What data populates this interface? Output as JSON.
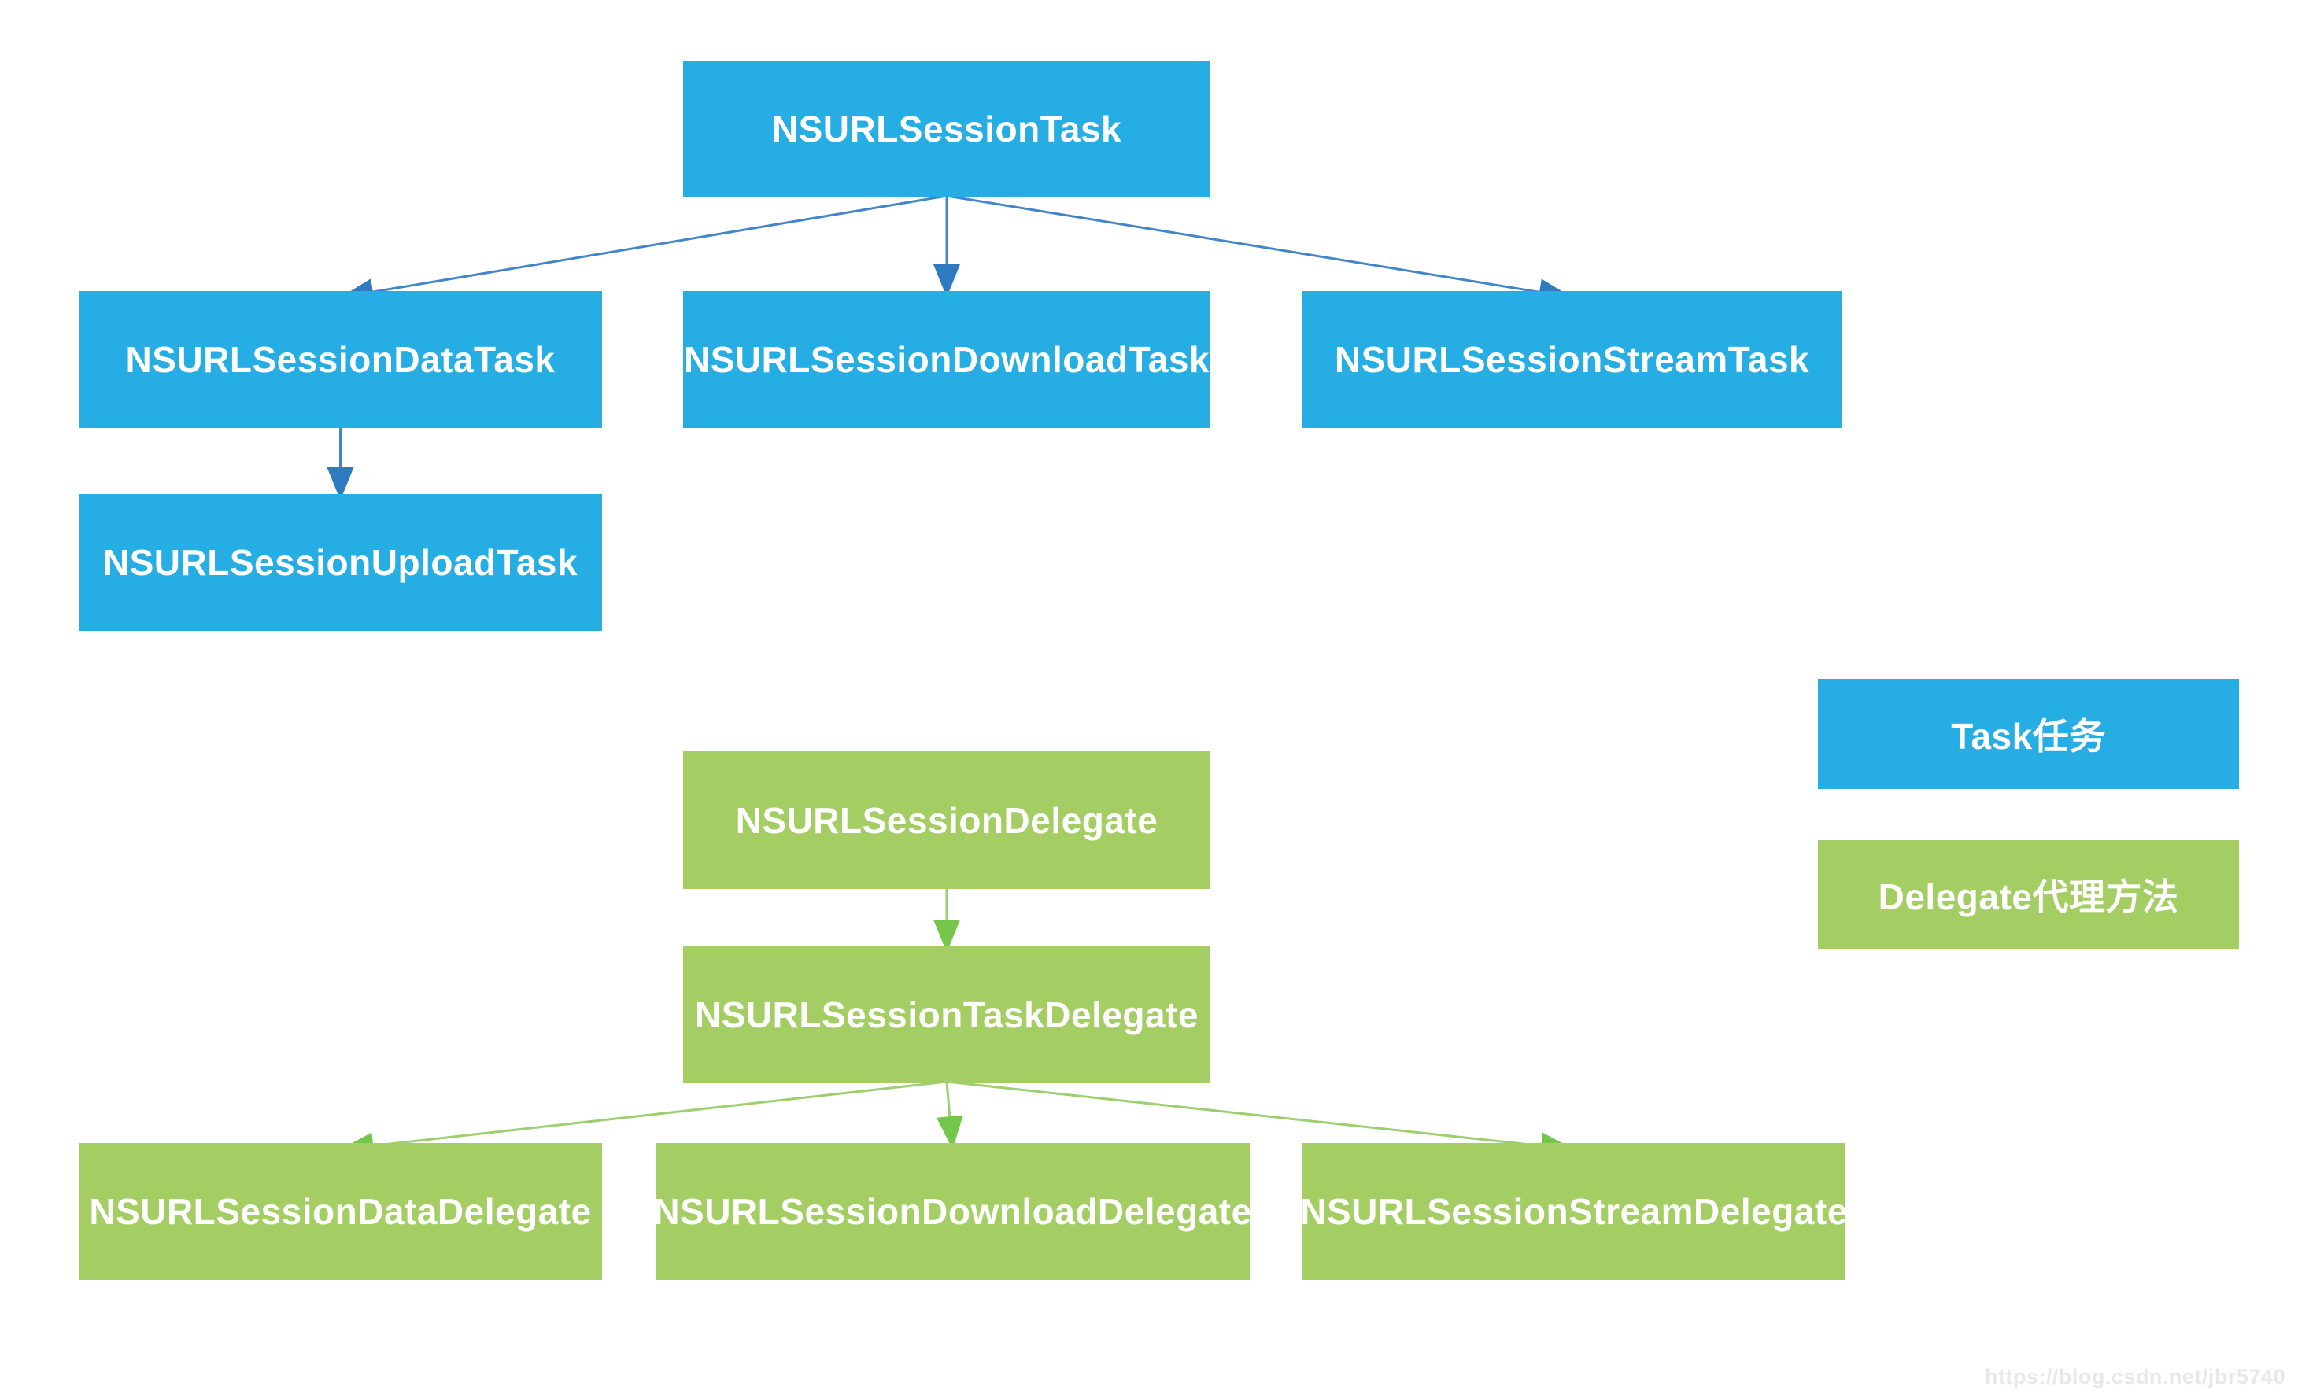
{
  "page": {
    "background": "#FFFFFF"
  },
  "colors": {
    "task_blue_fill": "#26ADE4",
    "delegate_green_fill": "#A4CD64",
    "blue_arrow_line": "#4285C8",
    "blue_arrow_head": "#2F7BC0",
    "green_arrow_line": "#9CCF6E",
    "green_arrow_head": "#74C74B",
    "box_text": "#FFFFFF",
    "watermark_text": "#E8E8E8"
  },
  "nodes": [
    {
      "id": "task",
      "label": "NSURLSessionTask",
      "group": "task"
    },
    {
      "id": "dataTask",
      "label": "NSURLSessionDataTask",
      "group": "task"
    },
    {
      "id": "downloadTask",
      "label": "NSURLSessionDownloadTask",
      "group": "task"
    },
    {
      "id": "streamTask",
      "label": "NSURLSessionStreamTask",
      "group": "task"
    },
    {
      "id": "uploadTask",
      "label": "NSURLSessionUploadTask",
      "group": "task"
    },
    {
      "id": "sessionDelegate",
      "label": "NSURLSessionDelegate",
      "group": "delegate"
    },
    {
      "id": "taskDelegate",
      "label": "NSURLSessionTaskDelegate",
      "group": "delegate"
    },
    {
      "id": "dataDelegate",
      "label": "NSURLSessionDataDelegate",
      "group": "delegate"
    },
    {
      "id": "downloadDelegate",
      "label": "NSURLSessionDownloadDelegate",
      "group": "delegate"
    },
    {
      "id": "streamDelegate",
      "label": "NSURLSessionStreamDelegate",
      "group": "delegate"
    }
  ],
  "edges": [
    {
      "from": "task",
      "to": "dataTask",
      "color": "blue"
    },
    {
      "from": "task",
      "to": "downloadTask",
      "color": "blue"
    },
    {
      "from": "task",
      "to": "streamTask",
      "color": "blue"
    },
    {
      "from": "dataTask",
      "to": "uploadTask",
      "color": "blue"
    },
    {
      "from": "sessionDelegate",
      "to": "taskDelegate",
      "color": "green"
    },
    {
      "from": "taskDelegate",
      "to": "dataDelegate",
      "color": "green"
    },
    {
      "from": "taskDelegate",
      "to": "downloadDelegate",
      "color": "green"
    },
    {
      "from": "taskDelegate",
      "to": "streamDelegate",
      "color": "green"
    }
  ],
  "legend": [
    {
      "label": "Task任务",
      "group": "task"
    },
    {
      "label": "Delegate代理方法",
      "group": "delegate"
    }
  ],
  "watermark": {
    "text": "https://blog.csdn.net/jbr5740"
  }
}
